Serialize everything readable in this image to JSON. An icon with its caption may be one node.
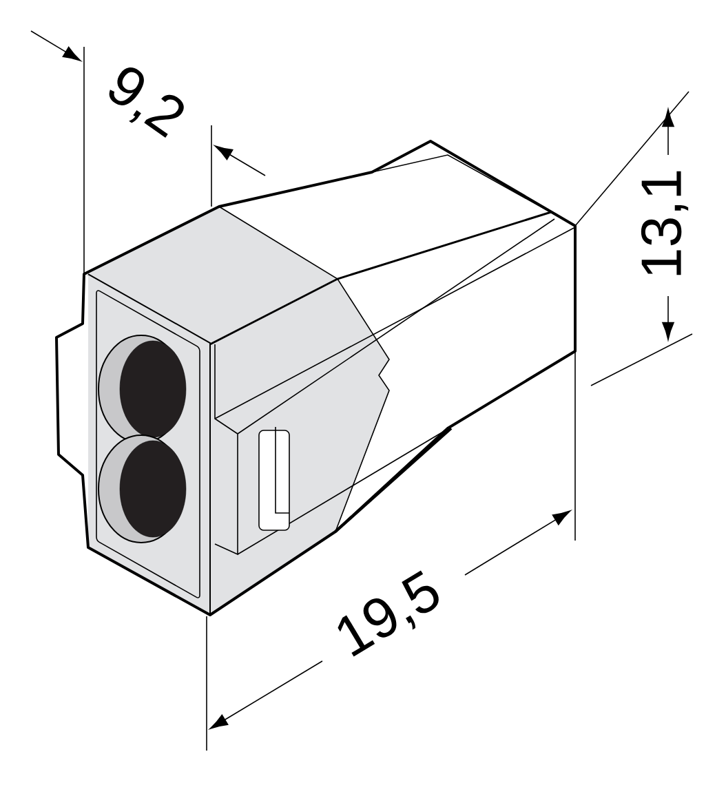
{
  "diagram": {
    "labels": [
      "9,2",
      "13,1",
      "19,5"
    ]
  }
}
